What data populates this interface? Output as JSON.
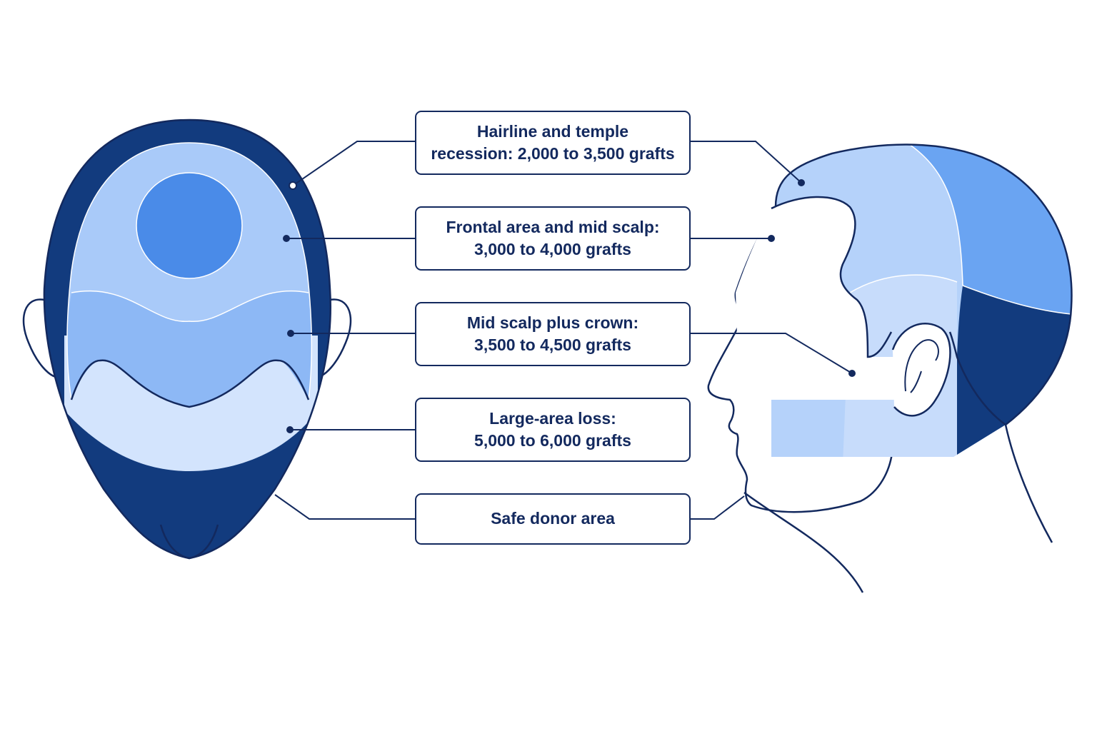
{
  "labels": [
    {
      "line1": "Hairline and temple",
      "line2": "recession: 2,000 to 3,500 grafts"
    },
    {
      "line1": "Frontal area and mid scalp:",
      "line2": "3,000 to 4,000 grafts"
    },
    {
      "line1": "Mid scalp plus crown:",
      "line2": "3,500 to 4,500 grafts"
    },
    {
      "line1": "Large-area loss:",
      "line2": "5,000 to 6,000 grafts"
    },
    {
      "line1": "Safe donor area",
      "line2": ""
    }
  ],
  "colors": {
    "outline": "#13295e",
    "donor_dark": "#123b7e",
    "hairline_zone": "#a9caf9",
    "frontal_zone": "#8db8f5",
    "crown_circle": "#4a8be8",
    "large_area_zone": "#d3e4fd",
    "side_hairline_zone": "#b5d2fa",
    "side_crown_zone": "#6aa4f2"
  }
}
